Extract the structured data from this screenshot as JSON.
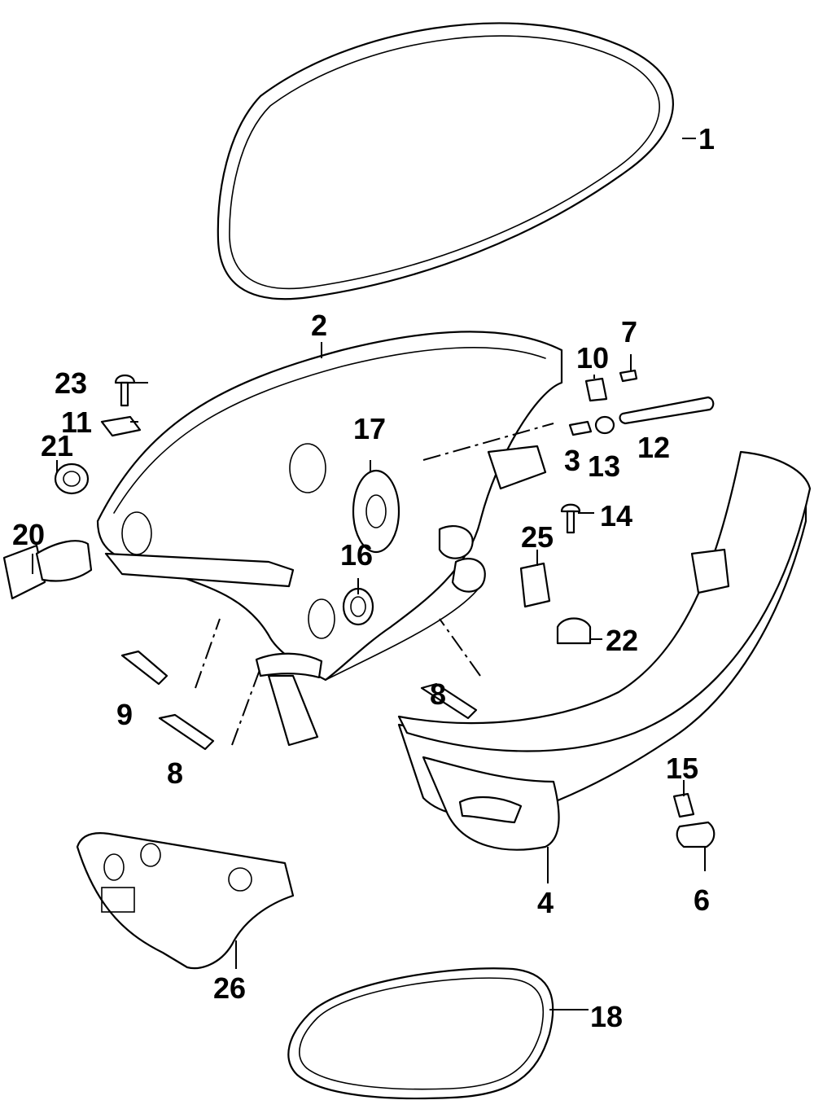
{
  "callouts": {
    "c1": "1",
    "c2": "2",
    "c3": "3",
    "c4": "4",
    "c6": "6",
    "c7": "7",
    "c8a": "8",
    "c8b": "8",
    "c9": "9",
    "c10": "10",
    "c11": "11",
    "c12": "12",
    "c13": "13",
    "c14": "14",
    "c15": "15",
    "c16": "16",
    "c17": "17",
    "c18": "18",
    "c20": "20",
    "c21": "21",
    "c22": "22",
    "c23": "23",
    "c25": "25",
    "c26": "26"
  }
}
